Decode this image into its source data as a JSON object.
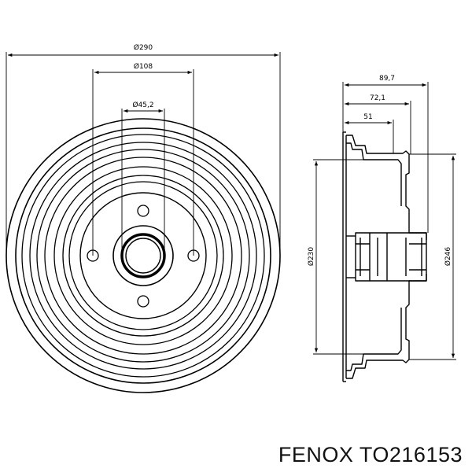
{
  "front_view": {
    "dim_outer": "Ø290",
    "dim_bolt_circle": "Ø108",
    "dim_bore": "Ø45,2"
  },
  "side_view": {
    "dim_depth_total": "89,7",
    "dim_depth_mid": "72,1",
    "dim_depth_hub": "51",
    "dim_inner_diameter": "Ø230",
    "dim_flange_diameter": "Ø246"
  },
  "caption": "FENOX TO216153",
  "colors": {
    "line": "#000000",
    "background": "#ffffff"
  }
}
